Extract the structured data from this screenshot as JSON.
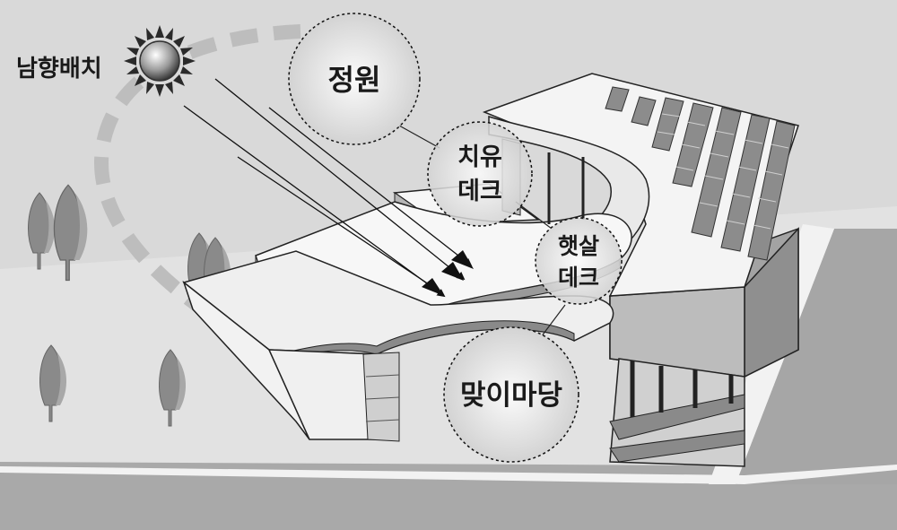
{
  "labels": {
    "orientation": "남향배치",
    "garden": "정원",
    "healing_deck_line1": "치유",
    "healing_deck_line2": "데크",
    "sunlight_deck_line1": "햇살",
    "sunlight_deck_line2": "데크",
    "welcome_yard": "맞이마당"
  },
  "colors": {
    "background": "#d9d9d9",
    "ground": "#e3e3e3",
    "road": "#a6a6a6",
    "building_roof": "#f4f4f4",
    "building_side": "#9b9b9b",
    "solar_panel": "#8c8c8c",
    "tree": "#8a8a8a",
    "sun_path": "#bdbdbd"
  },
  "icons": {
    "sun": "sun-icon",
    "tree": "tree-icon",
    "arrow": "sunlight-arrow-icon"
  }
}
